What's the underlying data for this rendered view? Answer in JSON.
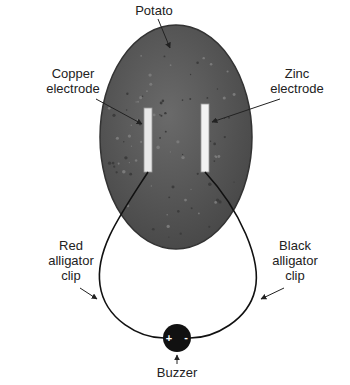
{
  "diagram": {
    "labels": [
      "Potato",
      "Copper electrode",
      "Zinc electrode",
      "Red alligator clip",
      "Black alligator clip",
      "+",
      "-",
      "Buzzer"
    ]
  }
}
